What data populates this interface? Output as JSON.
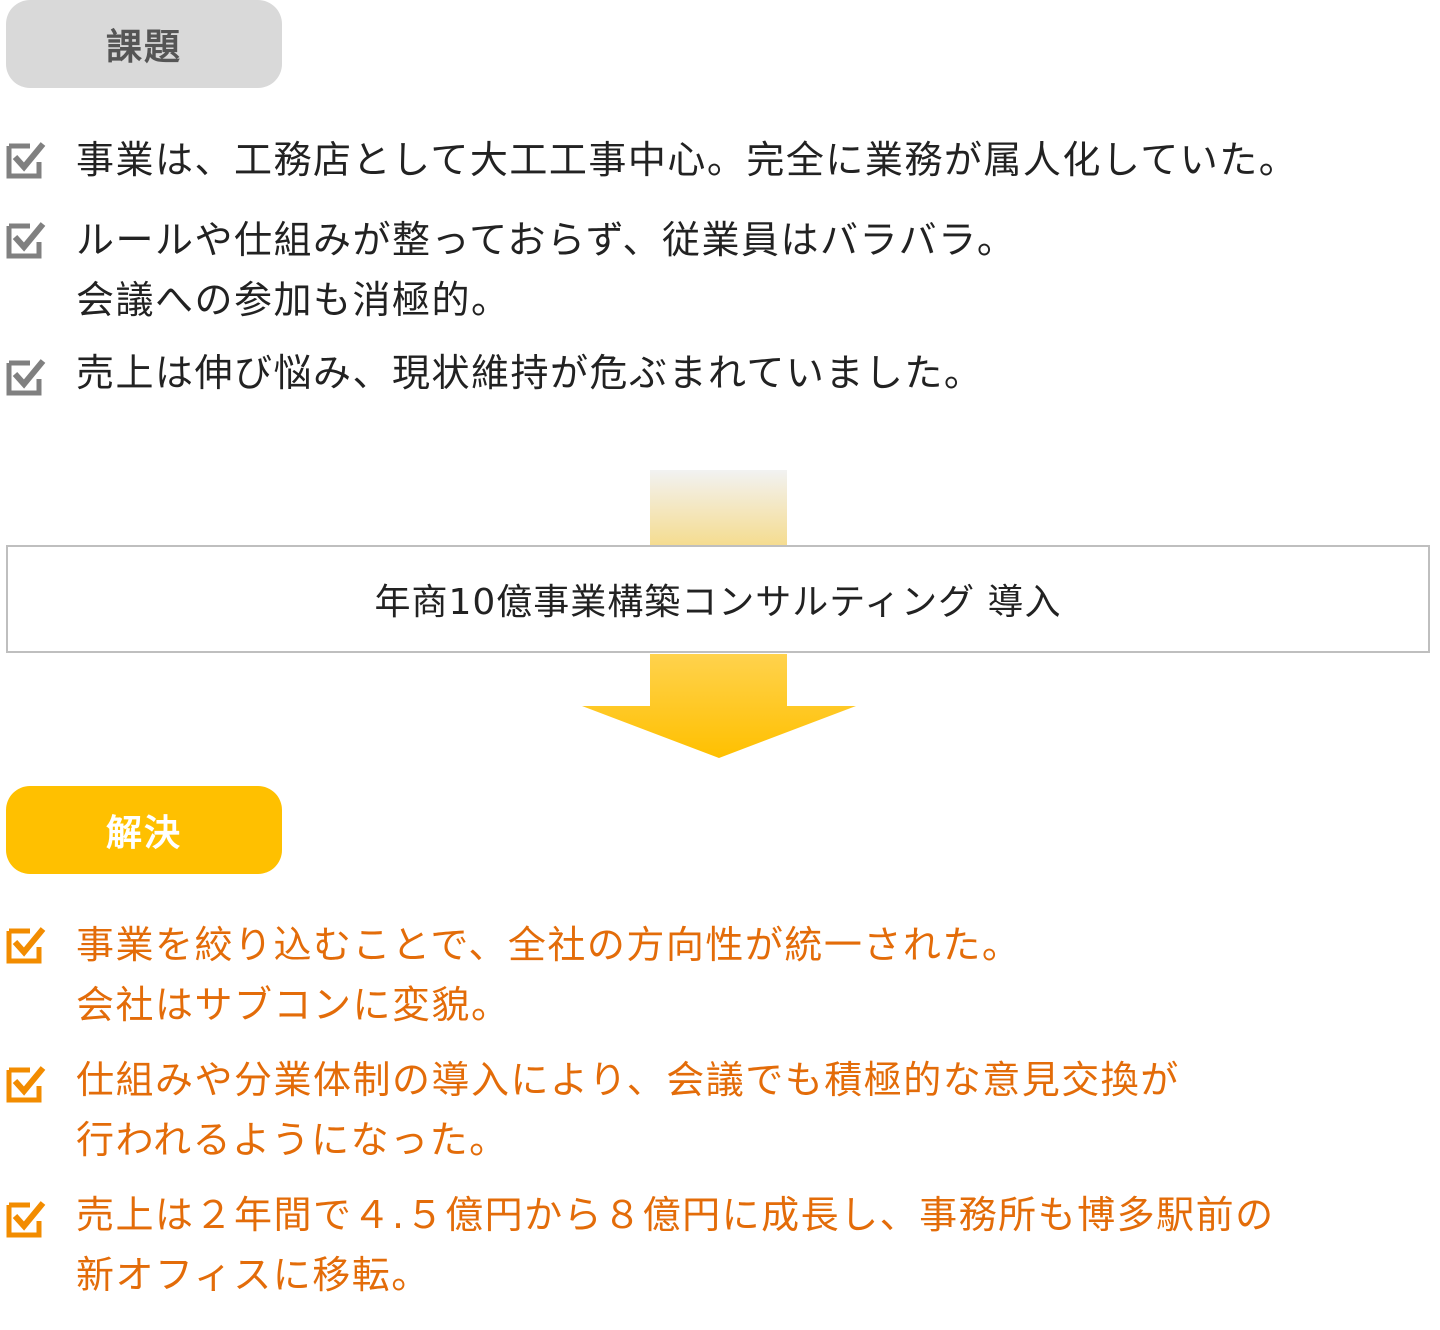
{
  "problem": {
    "label": "課題",
    "items": [
      {
        "lines": [
          "事業は、工務店として大工工事中心。完全に業務が属人化していた。"
        ]
      },
      {
        "lines": [
          "ルールや仕組みが整っておらず、従業員はバラバラ。",
          "会議への参加も消極的。"
        ]
      },
      {
        "lines": [
          "売上は伸び悩み、現状維持が危ぶまれていました。"
        ]
      }
    ]
  },
  "banner": {
    "text": "年商10億事業構築コンサルティング 導入"
  },
  "solution": {
    "label": "解決",
    "items": [
      {
        "lines": [
          "事業を絞り込むことで、全社の方向性が統一された。",
          "会社はサブコンに変貌。"
        ]
      },
      {
        "lines": [
          "仕組みや分業体制の導入により、会議でも積極的な意見交換が",
          "行われるようになった。"
        ]
      },
      {
        "lines": [
          "売上は２年間で４.５億円から８億円に成長し、事務所も博多駅前の",
          "新オフィスに移転。"
        ]
      }
    ]
  },
  "colors": {
    "problem_pill": "#d9d9d9",
    "problem_check": "#808080",
    "solution_pill": "#ffc000",
    "solution_check": "#f28c00",
    "solution_text": "#e36c09",
    "arrow": "#ffc000"
  },
  "icons": {
    "check": "checkbox-check-icon",
    "arrow": "down-arrow-icon"
  }
}
